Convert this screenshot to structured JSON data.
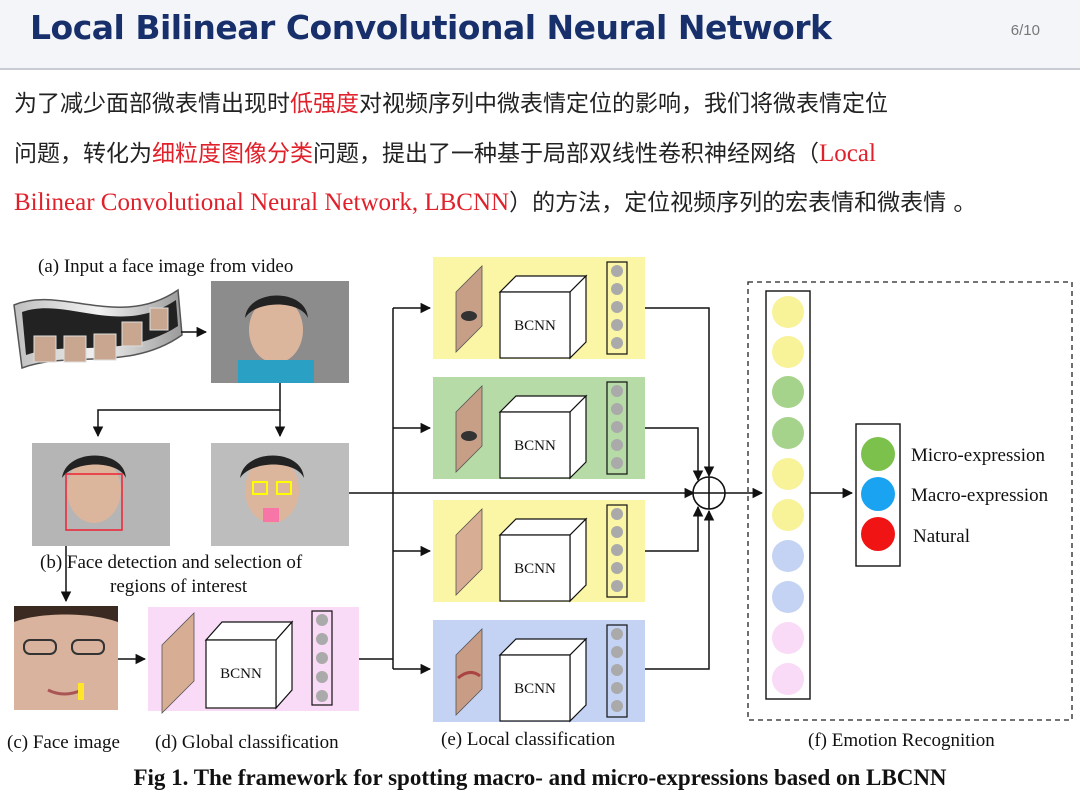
{
  "header": {
    "title": "Local Bilinear Convolutional Neural Network",
    "page": "6/10"
  },
  "paragraph": {
    "l1a": "为了减少面部微表情出现时",
    "l1b": "低强度",
    "l1c": "对视频序列中微表情定位的影响，我们将微表情定位",
    "l2a": "问题，转化为",
    "l2b": "细粒度图像分类",
    "l2c": "问题，提出了一种基于局部双线性卷积神经网络（",
    "l2d": "Local",
    "l3a": "Bilinear Convolutional Neural Network, LBCNN",
    "l3b": "）的方法，定位视频序列的宏表情和微表情 。"
  },
  "diagram": {
    "label_a": "(a) Input a face image from video",
    "label_b1": "(b) Face detection and selection of",
    "label_b2": "regions of interest",
    "label_c": "(c) Face image",
    "label_d": "(d) Global classification",
    "label_e": "(e) Local classification",
    "label_f": "(f) Emotion Recognition",
    "bcnn": "BCNN",
    "legend": [
      "Micro-expression",
      "Macro-expression",
      "Natural"
    ],
    "colors": {
      "micro": "#7cc14c",
      "macro": "#1aa3f0",
      "natural": "#f01414",
      "yellow_panel": "#fbf5a6",
      "green_panel": "#b7dba6",
      "pink_panel": "#f9daf7",
      "blue_panel": "#c4d3f4"
    }
  },
  "caption": "Fig 1. The framework for spotting macro- and micro-expressions based on LBCNN"
}
